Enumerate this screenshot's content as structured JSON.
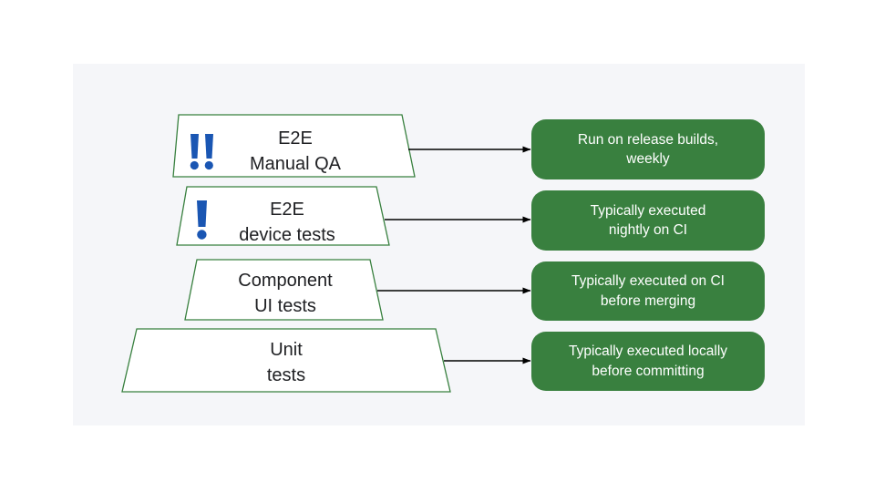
{
  "canvas": {
    "background": "#f5f6f9",
    "page_background": "#ffffff"
  },
  "colors": {
    "pyramid_border": "#38803f",
    "pyramid_fill": "#ffffff",
    "callout_fill": "#39803f",
    "callout_text": "#ffffff",
    "tier_text": "#202124",
    "warning_icon": "#1a56b3",
    "arrow": "#000000"
  },
  "diagram": {
    "type": "test-pyramid",
    "tiers": [
      {
        "id": "e2e-manual-qa",
        "label": "E2E\nManual QA",
        "warning_count": 2,
        "warning_icon_name": "double-exclamation-icon",
        "callout": "Run on release builds,\nweekly"
      },
      {
        "id": "e2e-device-tests",
        "label": "E2E\ndevice tests",
        "warning_count": 1,
        "warning_icon_name": "exclamation-icon",
        "callout": "Typically executed\nnightly on CI"
      },
      {
        "id": "component-ui-tests",
        "label": "Component\nUI tests",
        "warning_count": 0,
        "warning_icon_name": "",
        "callout": "Typically executed on CI\nbefore merging"
      },
      {
        "id": "unit-tests",
        "label": "Unit\ntests",
        "warning_count": 0,
        "warning_icon_name": "",
        "callout": "Typically executed locally\nbefore committing"
      }
    ]
  }
}
